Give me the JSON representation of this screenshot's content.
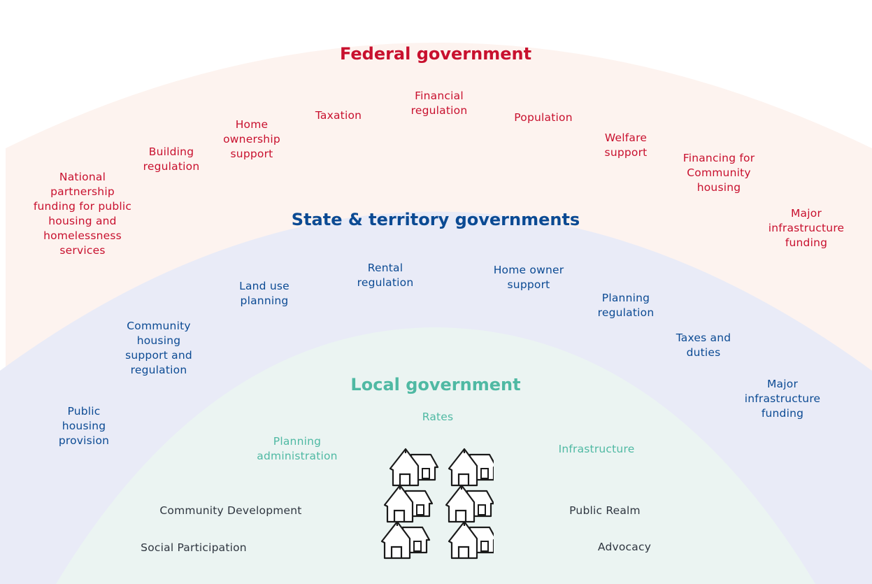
{
  "federal": {
    "title": "Federal government",
    "items": [
      "National\npartnership\nfunding for public\nhousing and\nhomelessness\nservices",
      "Building\nregulation",
      "Home\nownership\nsupport",
      "Taxation",
      "Financial\nregulation",
      "Population",
      "Welfare\nsupport",
      "Financing for\nCommunity\nhousing",
      "Major\ninfrastructure\nfunding"
    ]
  },
  "state": {
    "title": "State & territory governments",
    "items": [
      "Public\nhousing\nprovision",
      "Community\nhousing\nsupport and\nregulation",
      "Land use\nplanning",
      "Rental\nregulation",
      "Home owner\nsupport",
      "Planning\nregulation",
      "Taxes and\nduties",
      "Major\ninfrastructure\nfunding"
    ]
  },
  "local": {
    "title": "Local government",
    "items": [
      "Rates",
      "Planning\nadministration",
      "Infrastructure"
    ],
    "other_items": [
      "Community Development",
      "Social Participation",
      "Public Realm",
      "Advocacy"
    ]
  },
  "colors": {
    "federal_bg": "#fdf3ef",
    "state_bg": "#e9ebf7",
    "local_bg": "#ebf4f2",
    "federal_text": "#c8102e",
    "state_text": "#0b4a93",
    "local_text": "#4fb9a3"
  }
}
